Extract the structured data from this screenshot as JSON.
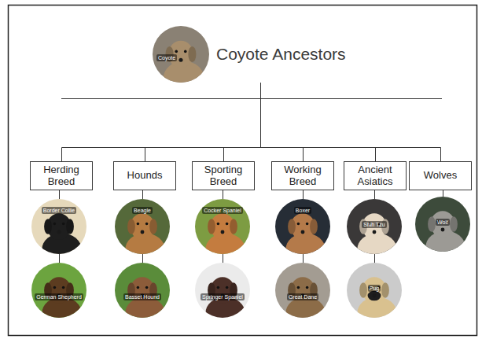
{
  "diagram": {
    "nodes": [
      {
        "text": [
          "Coyote",
          "Coyote Ancestors"
        ]
      },
      {
        "text": [
          "Herding Breed"
        ]
      },
      {
        "text": [
          "Hounds"
        ]
      },
      {
        "text": [
          "Sporting Breed"
        ]
      },
      {
        "text": [
          "Working Breed"
        ]
      },
      {
        "text": [
          "Ancient Asiatics"
        ]
      },
      {
        "text": [
          "Wolves"
        ]
      },
      {
        "text": [
          "Border Collie"
        ]
      },
      {
        "text": [
          "Beagle"
        ]
      },
      {
        "text": [
          "Cocker Spaniel"
        ]
      },
      {
        "text": [
          "Boxer"
        ]
      },
      {
        "text": [
          "Shih Tzu"
        ]
      },
      {
        "text": [
          "Wolf"
        ]
      },
      {
        "text": [
          "German Shepherd"
        ]
      },
      {
        "text": [
          "Basset Hound"
        ]
      },
      {
        "text": [
          "Springer Spaniel"
        ]
      },
      {
        "text": [
          "Great Dane"
        ]
      },
      {
        "text": [
          "Pug"
        ]
      }
    ],
    "edges": [
      {
        "from": 0,
        "to": 1,
        "arrow": "none"
      },
      {
        "from": 0,
        "to": 2,
        "arrow": "none"
      },
      {
        "from": 0,
        "to": 3,
        "arrow": "none"
      },
      {
        "from": 0,
        "to": 4,
        "arrow": "none"
      },
      {
        "from": 0,
        "to": 5,
        "arrow": "none"
      },
      {
        "from": 0,
        "to": 6,
        "arrow": "none"
      },
      {
        "from": 1,
        "to": 7,
        "arrow": "none"
      },
      {
        "from": 2,
        "to": 8,
        "arrow": "none"
      },
      {
        "from": 3,
        "to": 9,
        "arrow": "none"
      },
      {
        "from": 4,
        "to": 10,
        "arrow": "none"
      },
      {
        "from": 5,
        "to": 11,
        "arrow": "none"
      },
      {
        "from": 6,
        "to": 12,
        "arrow": "none"
      },
      {
        "from": 7,
        "to": 13,
        "arrow": "none"
      },
      {
        "from": 8,
        "to": 14,
        "arrow": "none"
      },
      {
        "from": 9,
        "to": 15,
        "arrow": "none"
      },
      {
        "from": 10,
        "to": 16,
        "arrow": "none"
      },
      {
        "from": 11,
        "to": 17,
        "arrow": "none"
      }
    ]
  }
}
